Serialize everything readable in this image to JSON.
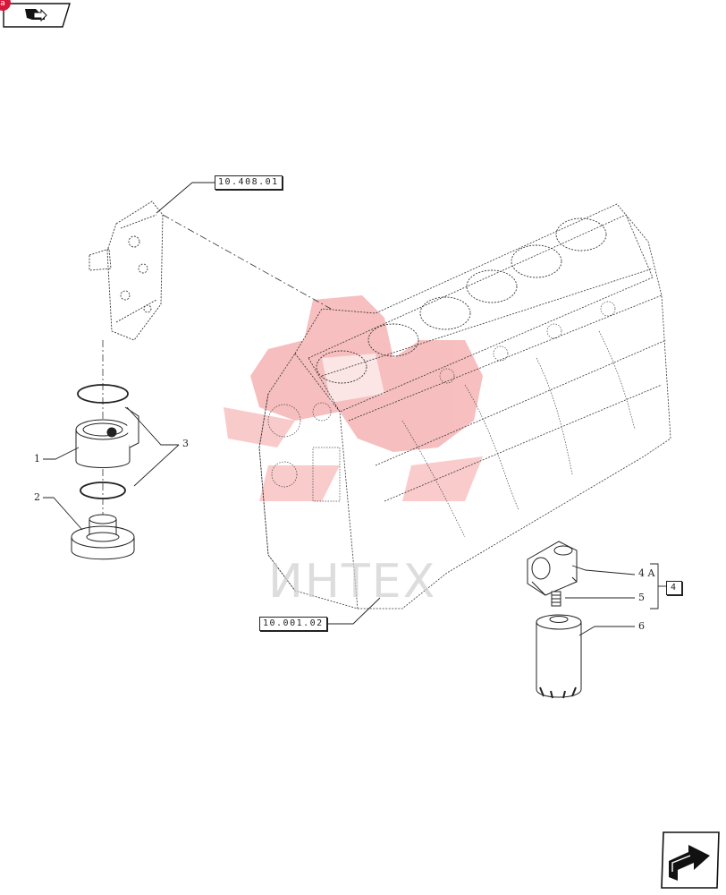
{
  "nav": {
    "prev_icon": "book-arrow-icon",
    "next_icon": "arrow-next-icon",
    "badge": "a"
  },
  "references": {
    "top": "10.408.01",
    "engine_block": "10.001.02",
    "group": "4"
  },
  "callouts": [
    "1",
    "2",
    "3",
    "4 A",
    "5",
    "6"
  ],
  "watermark": {
    "text": "ИНТЕХ",
    "color": "#e8202a"
  }
}
